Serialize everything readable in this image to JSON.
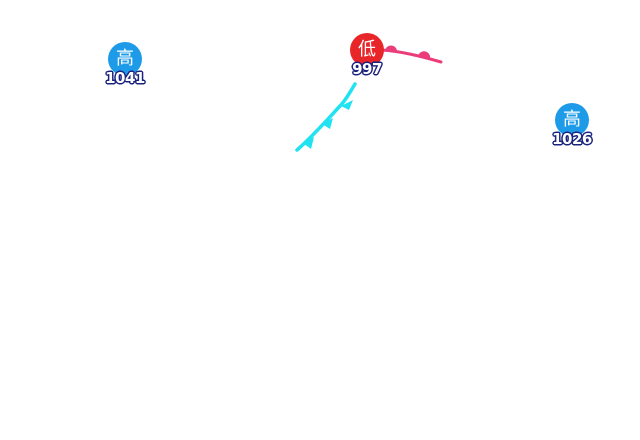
{
  "colors": {
    "high_pressure": "#1e9be8",
    "low_pressure": "#e8262a",
    "cold_front": "#1fe3f0",
    "warm_front": "#ea3d7a",
    "label_outline": "#1a237e"
  },
  "pressure_centers": [
    {
      "kind": "high",
      "symbol": "高",
      "value": "1041"
    },
    {
      "kind": "low",
      "symbol": "低",
      "value": "997"
    },
    {
      "kind": "high",
      "symbol": "高",
      "value": "1026"
    }
  ],
  "fronts": [
    {
      "kind": "cold",
      "color_key": "cold_front"
    },
    {
      "kind": "warm",
      "color_key": "warm_front"
    }
  ]
}
